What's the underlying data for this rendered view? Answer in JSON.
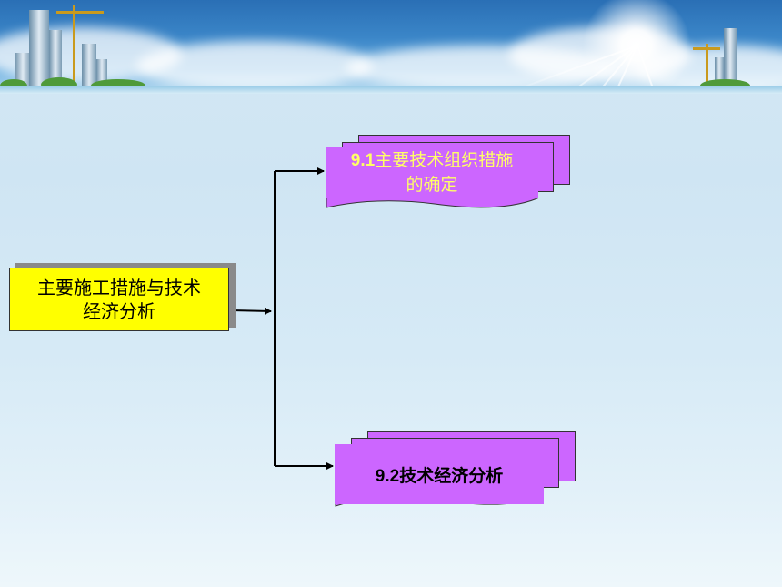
{
  "diagram": {
    "root": {
      "line1": "主要施工措施与技术",
      "line2": "经济分析"
    },
    "branch1": {
      "number": "9.1",
      "line1_rest": "主要技术组织措施",
      "line2": "的确定"
    },
    "branch2": {
      "label": "9.2技术经济分析"
    }
  },
  "colors": {
    "root_fill": "#ffff00",
    "card_fill": "#cc66ff",
    "branch1_text": "#ffff66",
    "connector": "#000000"
  }
}
